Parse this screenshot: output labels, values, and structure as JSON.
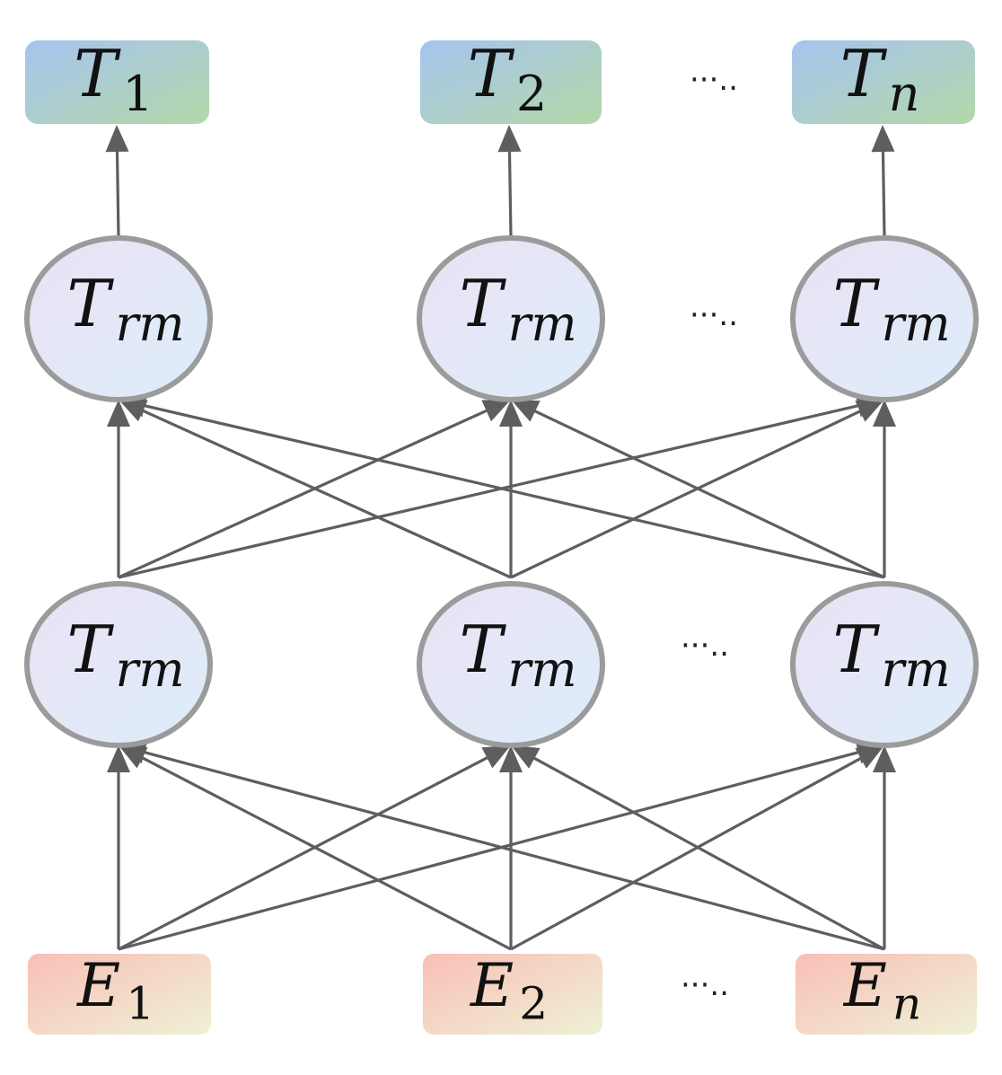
{
  "colors": {
    "edge": "#5e5e5e",
    "node_border": "#9b9b9b",
    "output_grad_start": "#a6c4f0",
    "output_grad_end": "#b3d8a8",
    "input_grad_start": "#f9bfb6",
    "input_grad_end": "#eef2d4",
    "node_grad_start": "#ebe2f6",
    "node_grad_end": "#dcedf8"
  },
  "outputs": [
    {
      "symbol": "T",
      "subscript": "1"
    },
    {
      "symbol": "T",
      "subscript": "2"
    },
    {
      "symbol": "T",
      "subscript": "n"
    }
  ],
  "upper_layer": [
    {
      "symbol": "T",
      "subscript": "rm"
    },
    {
      "symbol": "T",
      "subscript": "rm"
    },
    {
      "symbol": "T",
      "subscript": "rm"
    }
  ],
  "lower_layer": [
    {
      "symbol": "T",
      "subscript": "rm"
    },
    {
      "symbol": "T",
      "subscript": "rm"
    },
    {
      "symbol": "T",
      "subscript": "rm"
    }
  ],
  "inputs": [
    {
      "symbol": "E",
      "subscript": "1"
    },
    {
      "symbol": "E",
      "subscript": "2"
    },
    {
      "symbol": "E",
      "subscript": "n"
    }
  ],
  "ellipsis": "···.."
}
